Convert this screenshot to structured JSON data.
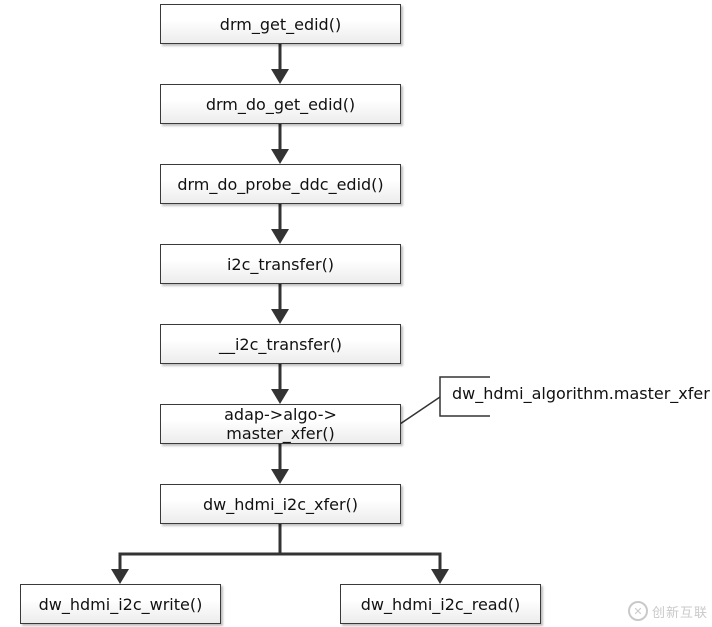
{
  "nodes": [
    {
      "id": "n1",
      "label": "drm_get_edid()"
    },
    {
      "id": "n2",
      "label": "drm_do_get_edid()"
    },
    {
      "id": "n3",
      "label": "drm_do_probe_ddc_edid()"
    },
    {
      "id": "n4",
      "label": "i2c_transfer()"
    },
    {
      "id": "n5",
      "label": "__i2c_transfer()"
    },
    {
      "id": "n6",
      "label_line1": "adap->algo->",
      "label_line2": "master_xfer()"
    },
    {
      "id": "n7",
      "label": "dw_hdmi_i2c_xfer()"
    },
    {
      "id": "n8",
      "label": "dw_hdmi_i2c_write()"
    },
    {
      "id": "n9",
      "label": "dw_hdmi_i2c_read()"
    }
  ],
  "edges": [
    {
      "from": "n1",
      "to": "n2"
    },
    {
      "from": "n2",
      "to": "n3"
    },
    {
      "from": "n3",
      "to": "n4"
    },
    {
      "from": "n4",
      "to": "n5"
    },
    {
      "from": "n5",
      "to": "n6"
    },
    {
      "from": "n6",
      "to": "n7"
    },
    {
      "from": "n7",
      "to": "n8"
    },
    {
      "from": "n7",
      "to": "n9"
    }
  ],
  "callout": {
    "attached_to": "n6",
    "text": "dw_hdmi_algorithm.master_xfer"
  },
  "watermark": {
    "text": "创新互联",
    "icon": "logo-icon"
  }
}
